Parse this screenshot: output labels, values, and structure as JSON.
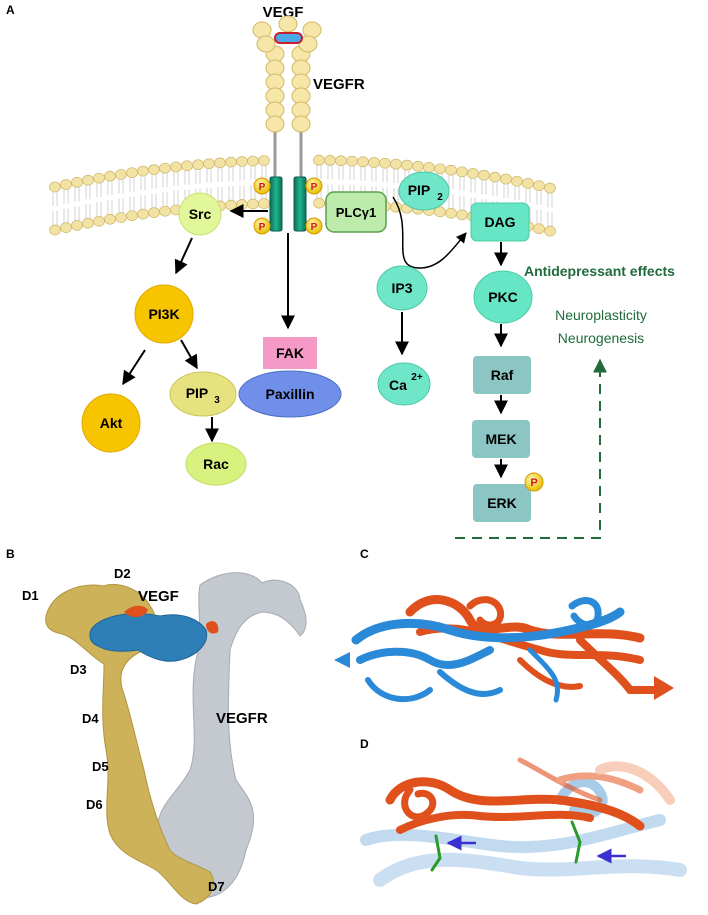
{
  "panels": {
    "a": "A",
    "b": "B",
    "c": "C",
    "d": "D"
  },
  "receptor": {
    "ligand": "VEGF",
    "receptor": "VEGFR",
    "phospho": "P"
  },
  "nodes": {
    "src": "Src",
    "pi3k": "PI3K",
    "akt": "Akt",
    "pip3_base": "PIP",
    "pip3_sub": "3",
    "rac": "Rac",
    "fak": "FAK",
    "paxillin": "Paxillin",
    "plcg1": "PLCγ1",
    "pip2_base": "PIP",
    "pip2_sub": "2",
    "ip3": "IP3",
    "ca_base": "Ca",
    "ca_sup": "2+",
    "dag": "DAG",
    "pkc": "PKC",
    "raf": "Raf",
    "mek": "MEK",
    "erk": "ERK"
  },
  "effects": {
    "title": "Antidepressant effects",
    "line1": "Neuroplasticity",
    "line2": "Neurogenesis"
  },
  "structure_labels": {
    "d1": "D1",
    "d2": "D2",
    "d3": "D3",
    "d4": "D4",
    "d5": "D5",
    "d6": "D6",
    "d7": "D7",
    "vegf": "VEGF",
    "vegfr": "VEGFR"
  },
  "colors": {
    "membrane_bead": "#f2e2a4",
    "receptor_bead": "#f6e6a8",
    "channel": "#0f8c72",
    "phospho": "#f5b800",
    "phospho_text": "#d21a1a",
    "src": "#dff58a",
    "pi3k": "#f5c000",
    "pip3": "#e3e07a",
    "rac": "#d9f07a",
    "fak": "#f58fc0",
    "paxillin": "#6f8fe8",
    "plcg1": "#b9eaa8",
    "mint": "#5fe3c2",
    "kinase_box": "#8cc6c4",
    "effects_green": "#1f6b3a",
    "vegfr_grey": "#c4c8cf",
    "vegf_gold": "#cdb25a",
    "vegf_blue": "#2e7fb8",
    "ribbon_orange": "#e0501c",
    "ribbon_blue": "#2a8ad8",
    "arrow_purple": "#3a2fd0"
  }
}
